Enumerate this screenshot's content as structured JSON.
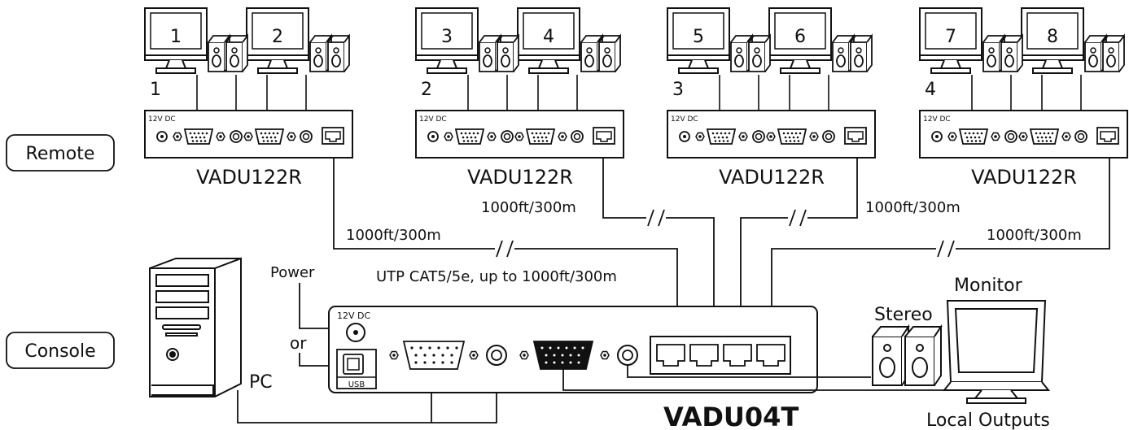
{
  "side_labels": {
    "remote": "Remote",
    "console": "Console"
  },
  "remote_groups": [
    {
      "number": "1",
      "monitors": [
        "1",
        "2"
      ],
      "model": "VADU122R",
      "power_label": "12V DC"
    },
    {
      "number": "2",
      "monitors": [
        "3",
        "4"
      ],
      "model": "VADU122R",
      "power_label": "12V DC"
    },
    {
      "number": "3",
      "monitors": [
        "5",
        "6"
      ],
      "model": "VADU122R",
      "power_label": "12V DC"
    },
    {
      "number": "4",
      "monitors": [
        "7",
        "8"
      ],
      "model": "VADU122R",
      "power_label": "12V DC"
    }
  ],
  "cable_labels": [
    "1000ft/300m",
    "1000ft/300m",
    "1000ft/300m",
    "1000ft/300m"
  ],
  "utp_label": "UTP CAT5/5e, up to 1000ft/300m",
  "transmitter": {
    "model": "VADU04T",
    "power_label": "12V DC",
    "usb_label": "USB"
  },
  "pc": {
    "power_label": "Power",
    "or_label": "or",
    "pc_label": "PC"
  },
  "local": {
    "monitor_label": "Monitor",
    "stereo_label": "Stereo",
    "outputs_label": "Local Outputs"
  }
}
